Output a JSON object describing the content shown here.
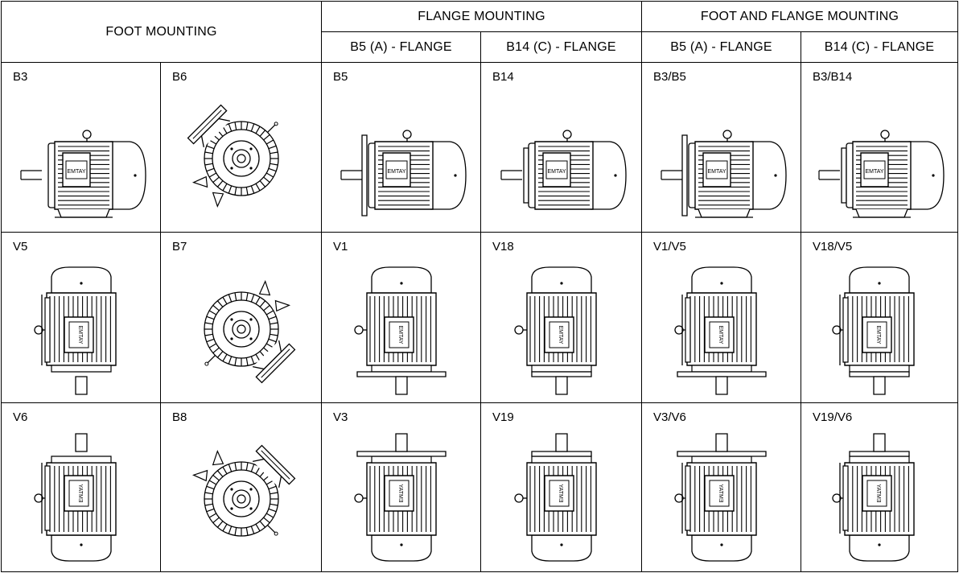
{
  "headers": {
    "foot": "FOOT MOUNTING",
    "flange": "FLANGE MOUNTING",
    "foot_flange": "FOOT AND FLANGE MOUNTING",
    "b5_a_flange": "B5 (A) - FLANGE",
    "b14_c_flange": "B14 (C) - FLANGE"
  },
  "brand": "EMTAY",
  "rows": [
    {
      "cells": [
        {
          "label": "B3",
          "view": "side",
          "mount": "foot"
        },
        {
          "label": "B6",
          "view": "end",
          "mount": "foot-left"
        },
        {
          "label": "B5",
          "view": "side",
          "mount": "flange-big"
        },
        {
          "label": "B14",
          "view": "side",
          "mount": "flange-small"
        },
        {
          "label": "B3/B5",
          "view": "side",
          "mount": "foot-flange-big"
        },
        {
          "label": "B3/B14",
          "view": "side",
          "mount": "foot-flange-small"
        }
      ]
    },
    {
      "cells": [
        {
          "label": "V5",
          "view": "down",
          "mount": "foot"
        },
        {
          "label": "B7",
          "view": "end",
          "mount": "foot-right"
        },
        {
          "label": "V1",
          "view": "down",
          "mount": "flange-big"
        },
        {
          "label": "V18",
          "view": "down",
          "mount": "flange-small"
        },
        {
          "label": "V1/V5",
          "view": "down",
          "mount": "foot-flange-big"
        },
        {
          "label": "V18/V5",
          "view": "down",
          "mount": "foot-flange-small"
        }
      ]
    },
    {
      "cells": [
        {
          "label": "V6",
          "view": "up",
          "mount": "foot"
        },
        {
          "label": "B8",
          "view": "end",
          "mount": "foot-top"
        },
        {
          "label": "V3",
          "view": "up",
          "mount": "flange-big"
        },
        {
          "label": "V19",
          "view": "up",
          "mount": "flange-small"
        },
        {
          "label": "V3/V6",
          "view": "up",
          "mount": "foot-flange-big"
        },
        {
          "label": "V19/V6",
          "view": "up",
          "mount": "foot-flange-small"
        }
      ]
    }
  ]
}
